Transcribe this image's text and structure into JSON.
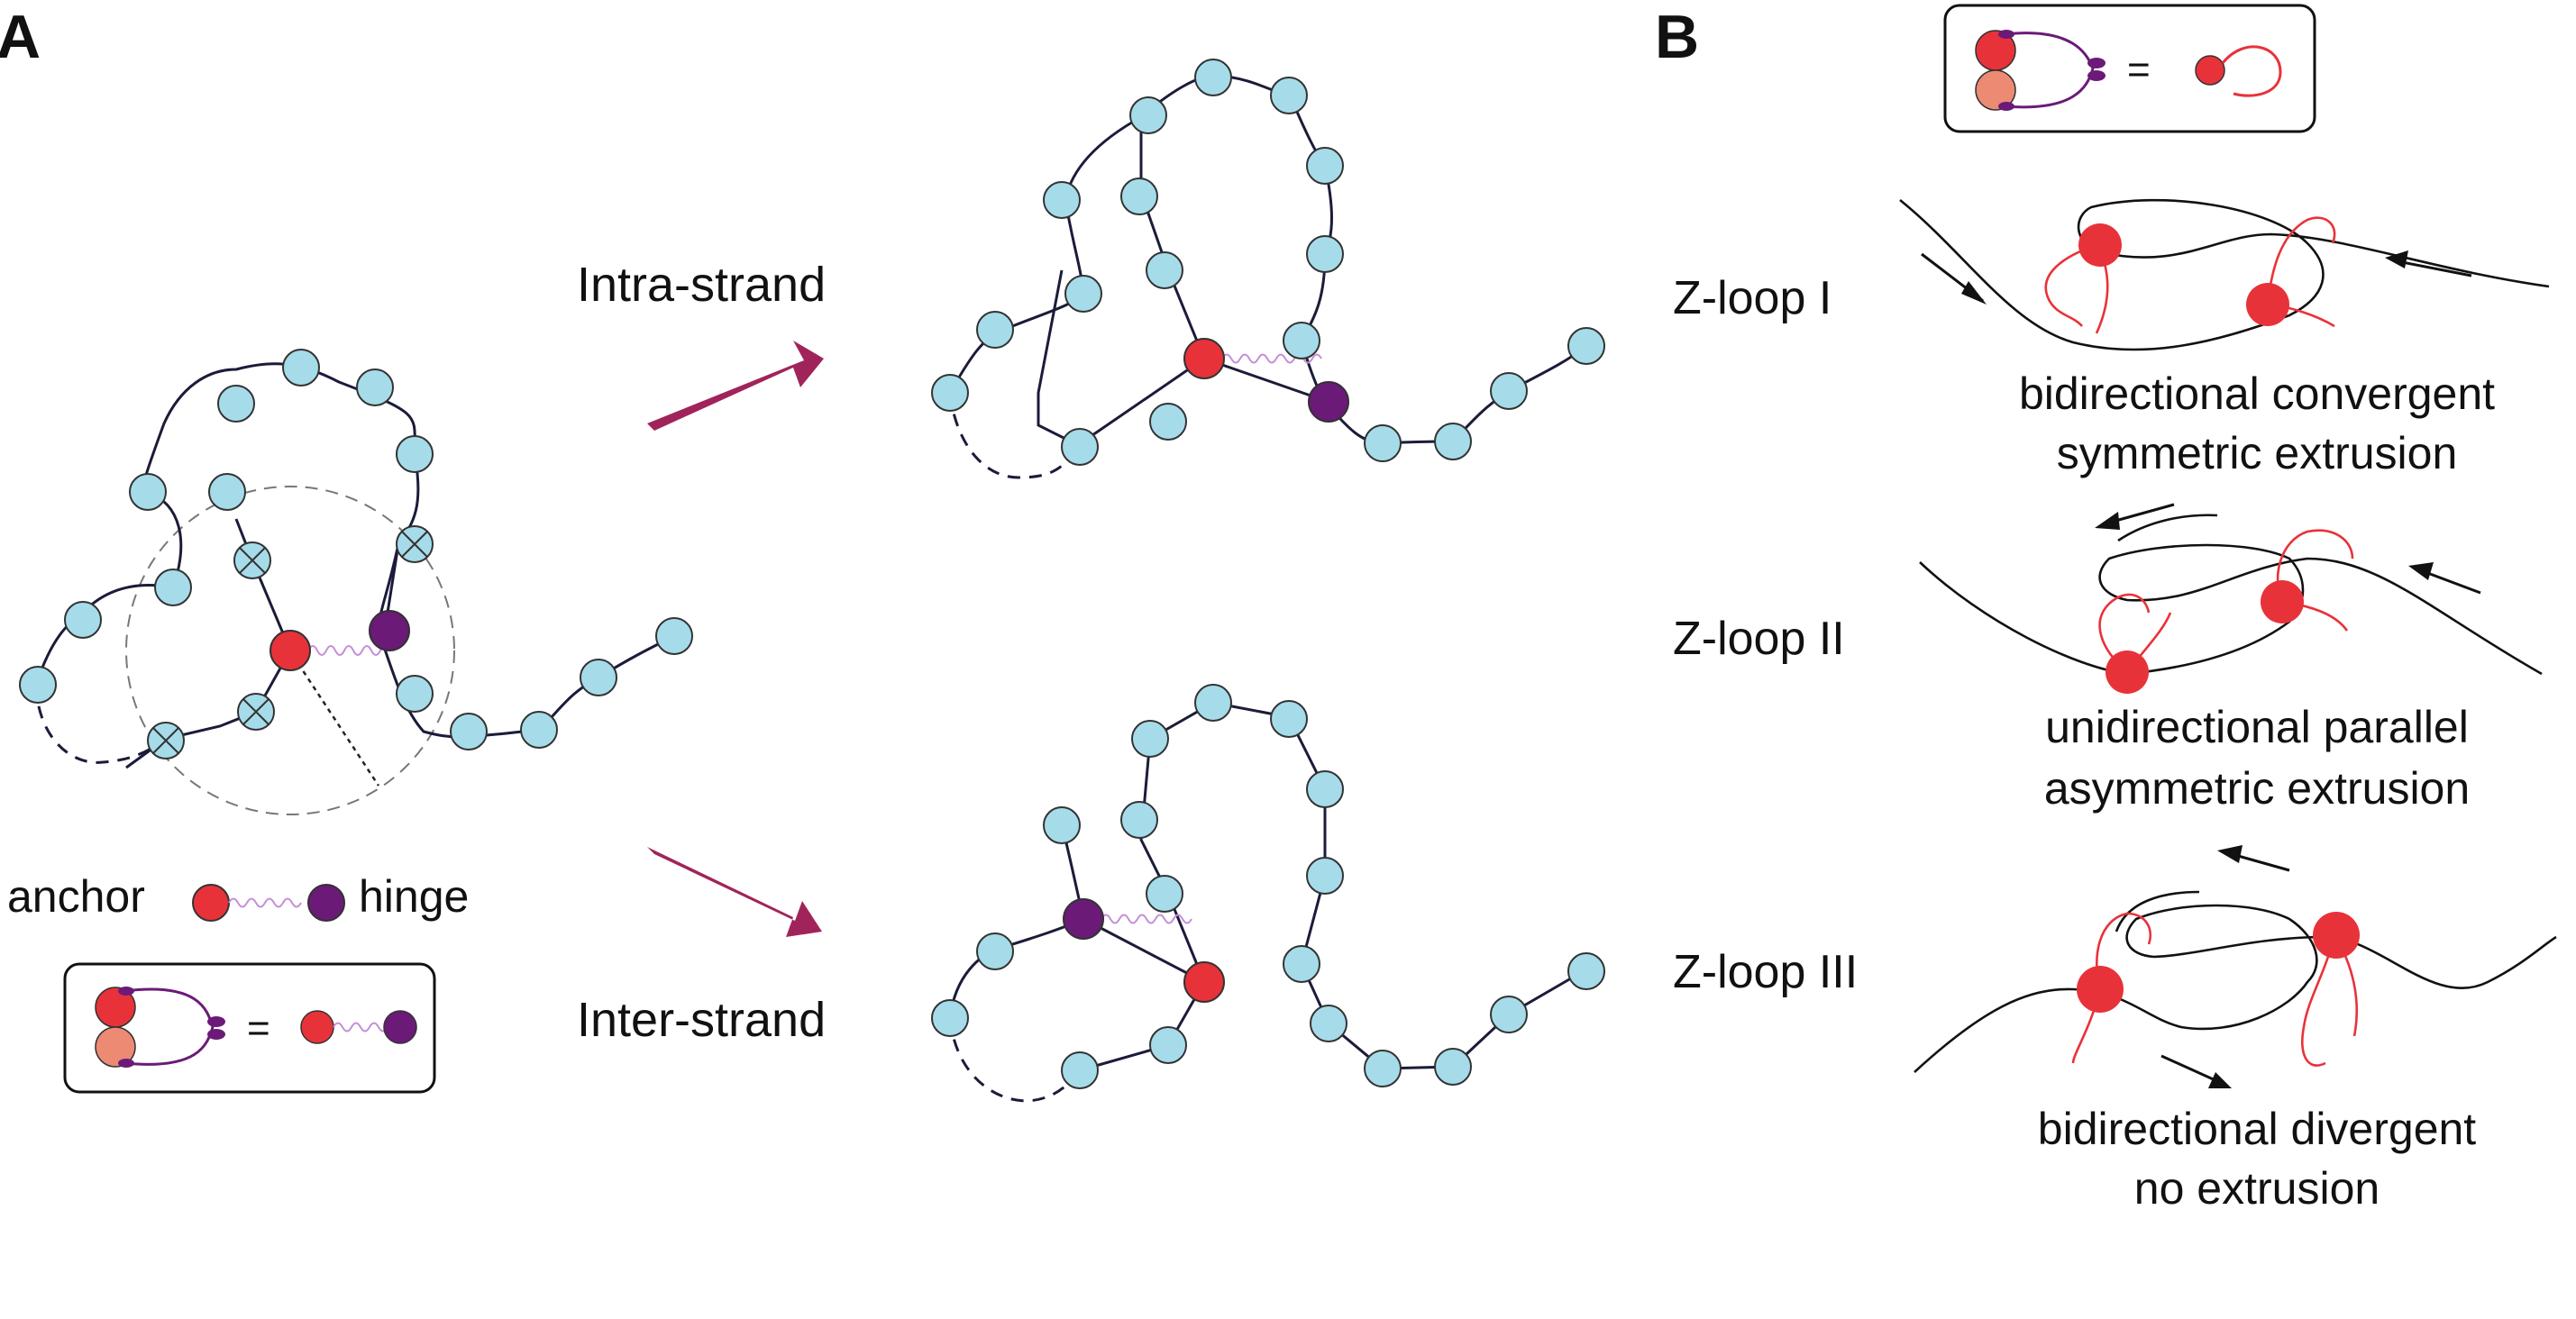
{
  "panels": {
    "a": "A",
    "b": "B"
  },
  "labels": {
    "intra_strand": "Intra-strand",
    "inter_strand": "Inter-strand",
    "anchor": "anchor",
    "hinge": "hinge",
    "equals": "="
  },
  "zloops": [
    {
      "name": "Z-loop I",
      "line1": "bidirectional convergent",
      "line2": "symmetric extrusion"
    },
    {
      "name": "Z-loop II",
      "line1": "unidirectional parallel",
      "line2": "asymmetric extrusion"
    },
    {
      "name": "Z-loop III",
      "line1": "bidirectional divergent",
      "line2": "no extrusion"
    }
  ],
  "colors": {
    "bead": "#a6dcea",
    "anchor": "#e8323a",
    "anchor_light": "#ec8a74",
    "hinge": "#6b1a78",
    "arrow": "#a0245a",
    "spring": "#c58fd8"
  }
}
